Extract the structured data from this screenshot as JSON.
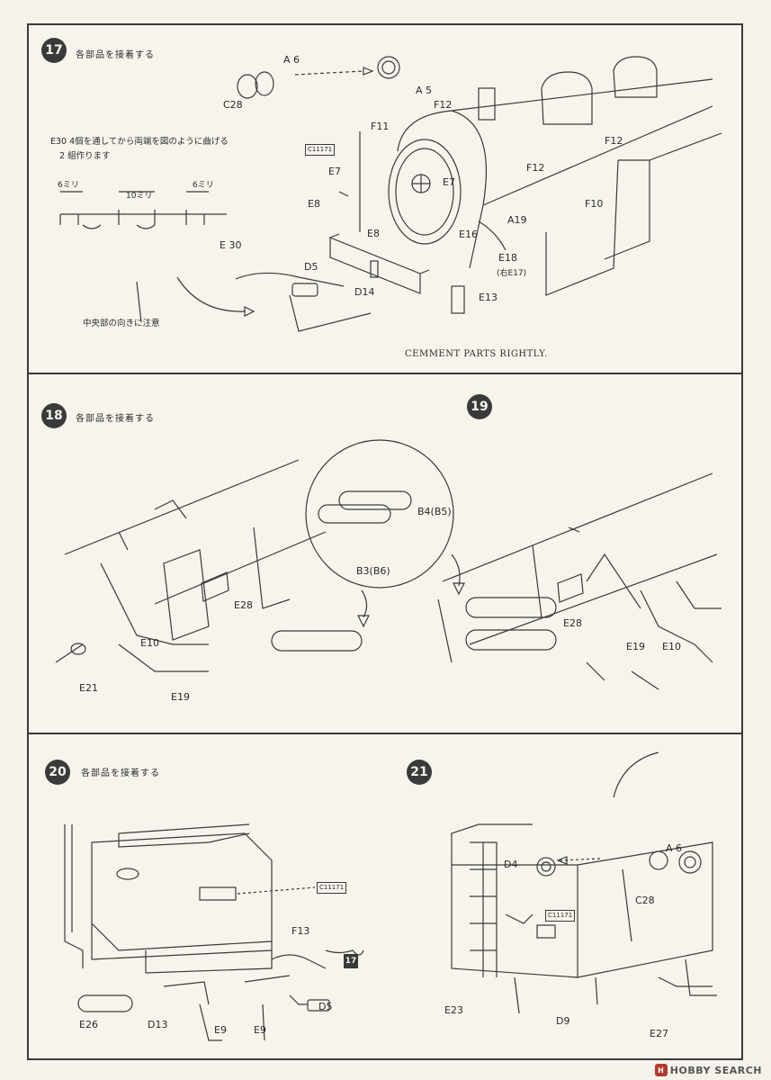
{
  "steps": {
    "s17": {
      "number": "17",
      "title": "各部品を接着する",
      "note_line1": "E30 4個を通してから両端を図のように曲げる",
      "note_line2": "2 組作ります",
      "dim_left": "6ミリ",
      "dim_mid": "10ミリ",
      "dim_right": "6ミリ",
      "note_center": "中央部の向きに注意",
      "caption": "CEMMENT PARTS RIGHTLY.",
      "plate": "C11171",
      "labels": {
        "a6": "A 6",
        "c28": "C28",
        "a5": "A 5",
        "f12a": "F12",
        "f11": "F11",
        "e7a": "E7",
        "e7b": "E7",
        "e8a": "E8",
        "e8b": "E8",
        "e30": "E 30",
        "d5": "D5",
        "d14": "D14",
        "f12b": "F12",
        "f12c": "F12",
        "f10": "F10",
        "a19": "A19",
        "e16": "E16",
        "e18": "E18",
        "e18sub": "(右E17)",
        "e13": "E13"
      }
    },
    "s18": {
      "number": "18",
      "title": "各部品を接着する",
      "labels": {
        "e28": "E28",
        "e10": "E10",
        "e21": "E21",
        "e19": "E19",
        "b4": "B4(B5)",
        "b3": "B3(B6)"
      }
    },
    "s19": {
      "number": "19",
      "labels": {
        "e28": "E28",
        "e19": "E19",
        "e10": "E10"
      }
    },
    "s20": {
      "number": "20",
      "title": "各部品を接着する",
      "plate": "C11171",
      "ref_step": "17",
      "labels": {
        "f13": "F13",
        "e26": "E26",
        "d13": "D13",
        "e9a": "E9",
        "e9b": "E9",
        "d5": "D5"
      }
    },
    "s21": {
      "number": "21",
      "plate": "C11171",
      "labels": {
        "d4": "D4",
        "a6": "A 6",
        "c28": "C28",
        "e23": "E23",
        "d9": "D9",
        "e27": "E27"
      }
    }
  },
  "watermark": {
    "logo": "H",
    "text": "HOBBY SEARCH"
  }
}
